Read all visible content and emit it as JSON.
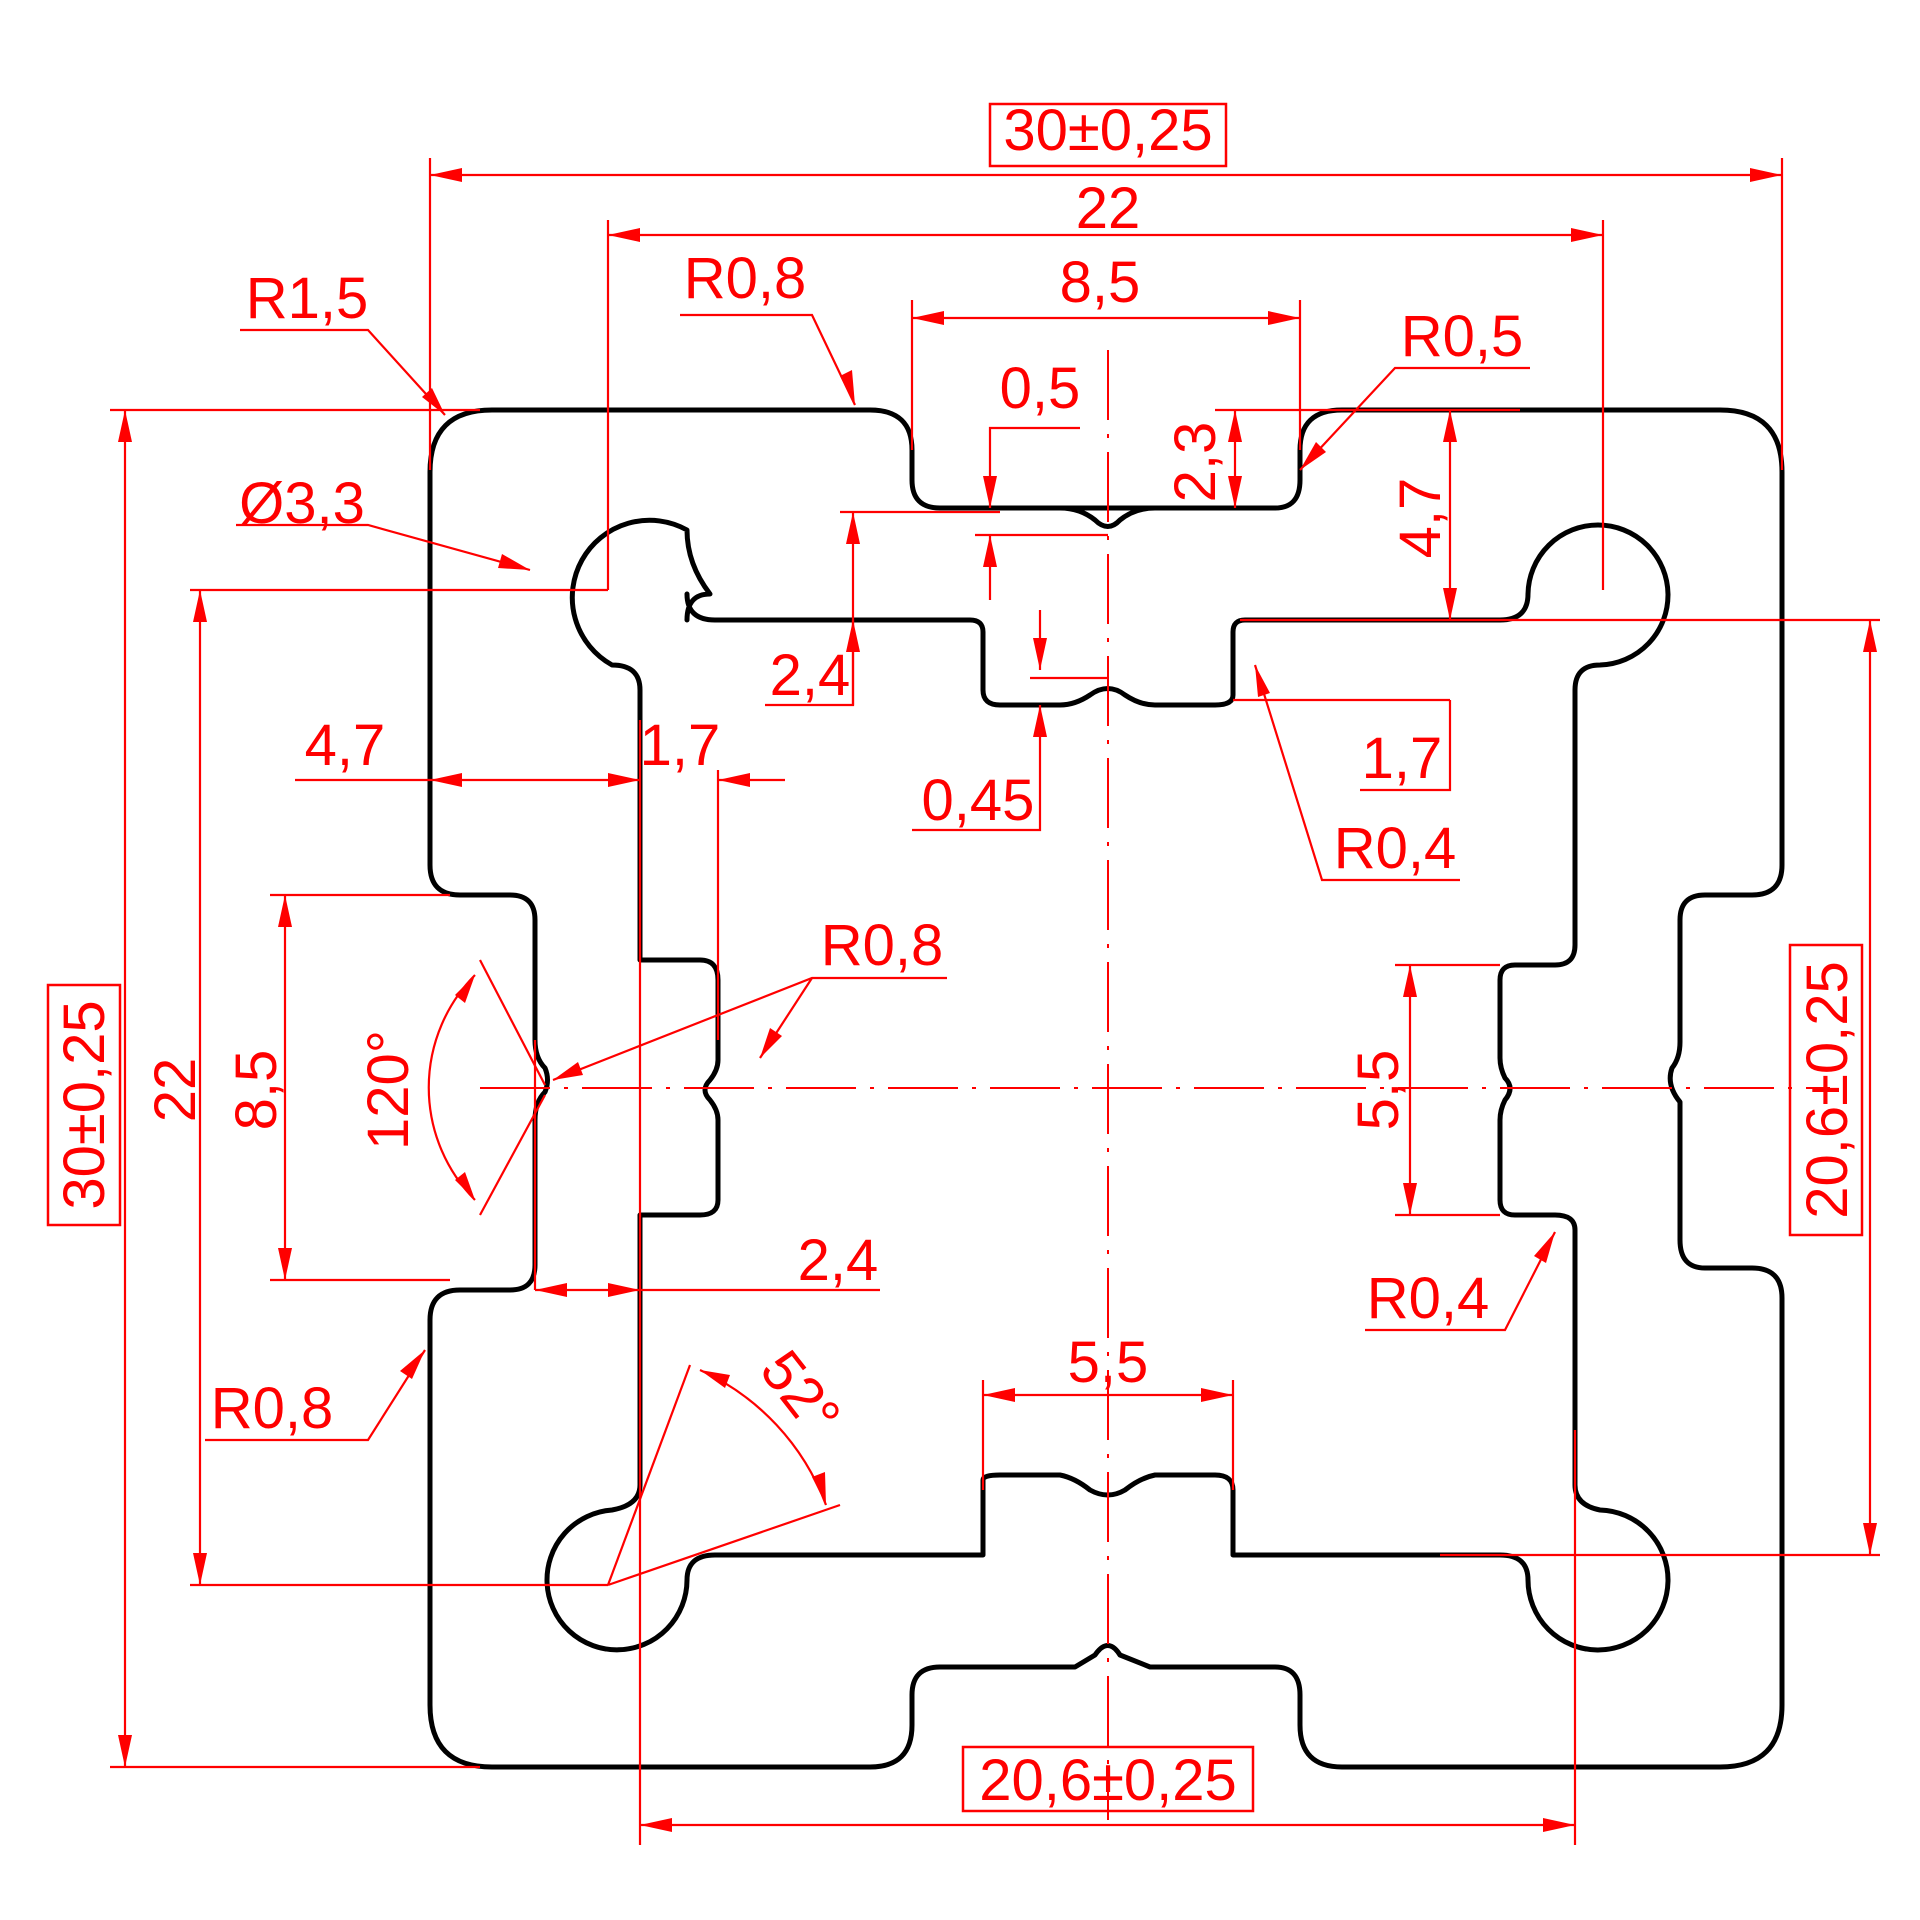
{
  "drawing": {
    "subject": "aluminium profile cross-section",
    "colors": {
      "outline": "#000000",
      "dimension": "#ff0000",
      "background": "#ffffff"
    }
  },
  "dims": {
    "overall_width": "30±0,25",
    "overall_height": "30±0,25",
    "hole_spacing_h": "22",
    "hole_spacing_v": "22",
    "slot_width_top": "8,5",
    "slot_width_left": "8,5",
    "groove_depth_top": "0,5",
    "slot_depth": "2,3",
    "wall_to_core": "4,7",
    "wall_to_core_side": "4,7",
    "lip_thickness_top": "2,4",
    "lip_thickness_left": "2,4",
    "inner_wall_top": "1,7",
    "inner_wall_right": "1,7",
    "groove_depth_inner": "0,45",
    "core_width_bottom": "20,6±0,25",
    "core_height_right": "20,6±0,25",
    "inner_slot_bottom": "5,5",
    "inner_slot_right": "5,5",
    "radius_corner": "R1,5",
    "radius_slot_top": "R0,8",
    "radius_slot_right": "R0,5",
    "radius_inner_top": "R0,4",
    "radius_inner_right": "R0,4",
    "radius_slot_left": "R0,8",
    "radius_groove_left": "R0,8",
    "hole_diameter": "Ø3,3",
    "angle_slot": "120°",
    "angle_core": "52°"
  }
}
